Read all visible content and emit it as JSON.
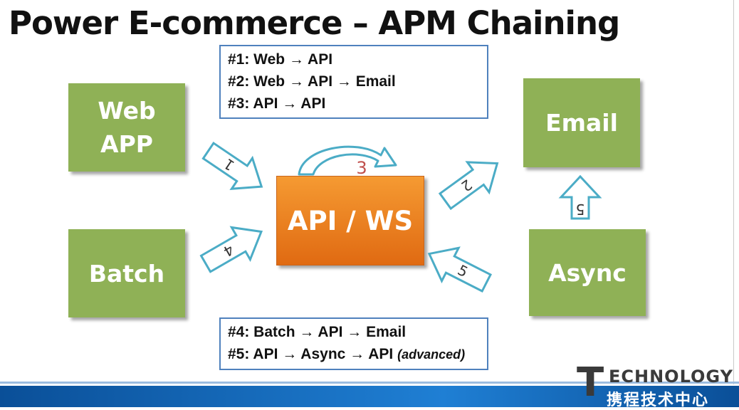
{
  "title": "Power E-commerce – APM Chaining",
  "nodes": {
    "web_app": {
      "line1": "Web",
      "line2": "APP"
    },
    "batch": "Batch",
    "email": "Email",
    "async": "Async",
    "api": "API / WS"
  },
  "legend_top": {
    "lines": [
      "#1: Web → API",
      "#2: Web → API → Email",
      "#3: API → API"
    ]
  },
  "legend_bottom": {
    "line1": "#4: Batch → API → Email",
    "line2_main": "#5: API → Async → API ",
    "line2_note": "(advanced)"
  },
  "arrow_labels": {
    "a1": "1",
    "a2": "2",
    "a3": "3",
    "a4": "4",
    "a5_in": "5",
    "a5_up": "5"
  },
  "logo": {
    "big_letter": "T",
    "word": "ECHNOLOGY",
    "chinese": "携程技术中心"
  },
  "colors": {
    "node_green": "#8fb156",
    "api_orange": "#ef8523",
    "arrow_outline": "#4bacc6",
    "legend_border": "#4f81bd",
    "footer_blue": "#1565b5",
    "label_red": "#c0504d"
  }
}
